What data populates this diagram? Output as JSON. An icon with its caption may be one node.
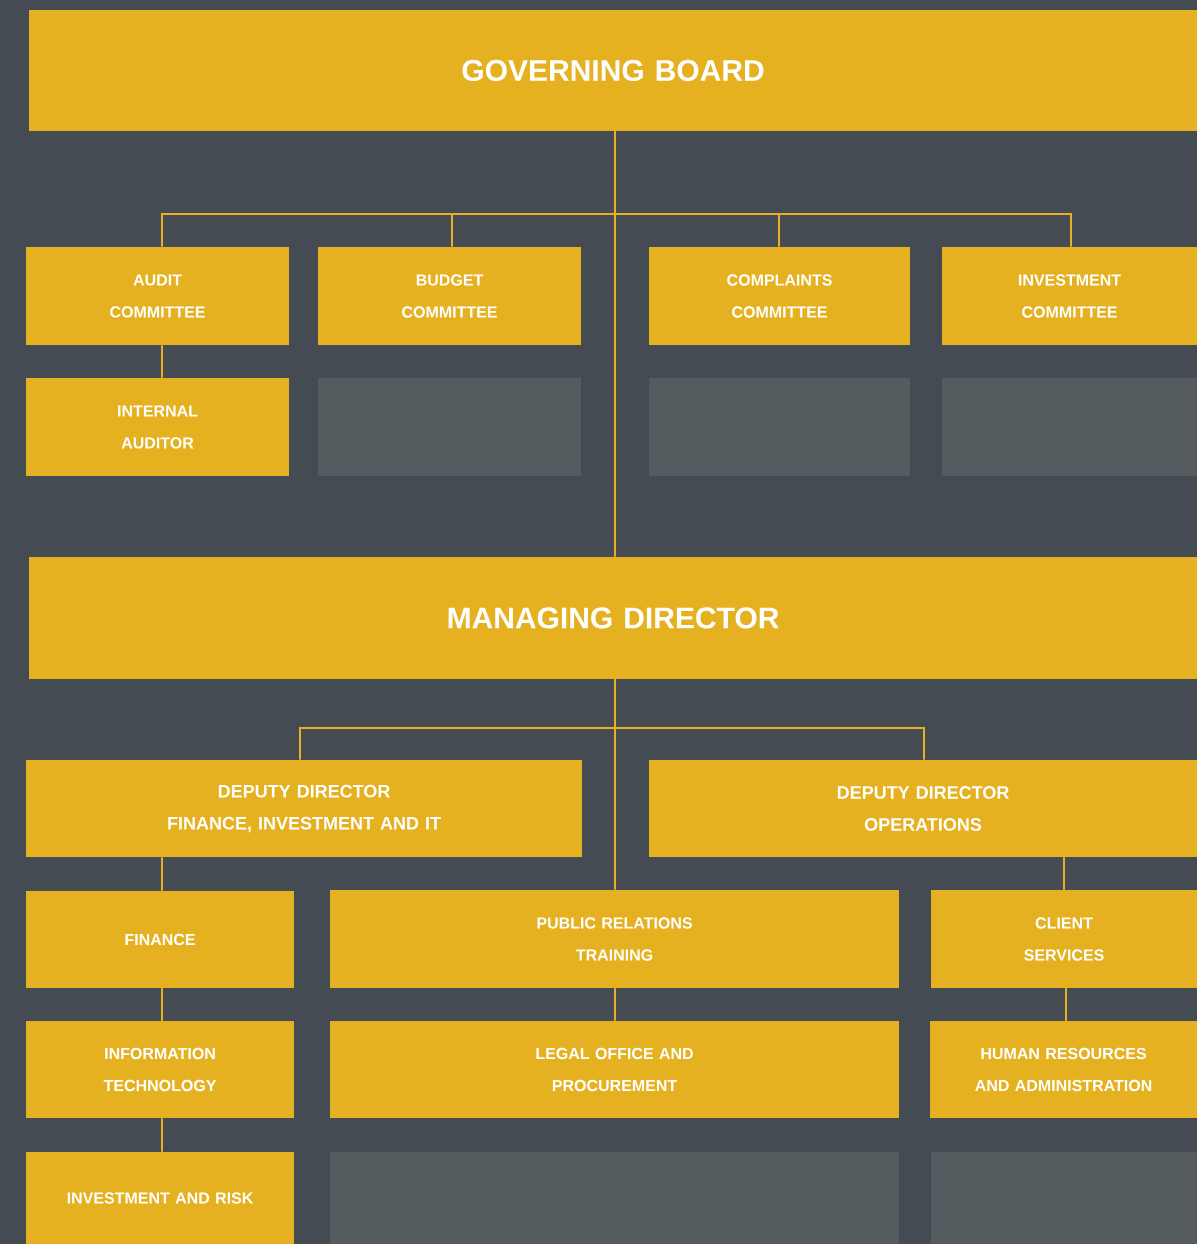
{
  "diagram": {
    "nodes": [
      {
        "text": [
          "GOVERNING BOARD"
        ]
      },
      {
        "text": [
          "AUDIT COMMITTEE"
        ]
      },
      {
        "text": [
          "BUDGET COMMITTEE"
        ]
      },
      {
        "text": [
          "COMPLAINTS COMMITTEE"
        ]
      },
      {
        "text": [
          "INVESTMENT COMMITTEE"
        ]
      },
      {
        "text": [
          "INTERNAL AUDITOR"
        ]
      },
      {
        "text": [],
        "shape": "box"
      },
      {
        "text": [],
        "shape": "box"
      },
      {
        "text": [],
        "shape": "box"
      },
      {
        "text": [
          "MANAGING DIRECTOR"
        ]
      },
      {
        "text": [
          "DEPUTY DIRECTOR",
          "FINANCE, INVESTMENT AND IT"
        ]
      },
      {
        "text": [
          "DEPUTY DIRECTOR",
          "OPERATIONS"
        ]
      },
      {
        "text": [
          "FINANCE"
        ]
      },
      {
        "text": [
          "PUBLIC RELATIONS",
          "TRAINING"
        ]
      },
      {
        "text": [
          "CLIENT SERVICES"
        ]
      },
      {
        "text": [
          "INFORMATION TECHNOLOGY"
        ]
      },
      {
        "text": [
          "LEGAL OFFICE AND PROCUREMENT"
        ]
      },
      {
        "text": [
          "HUMAN RESOURCES AND ADMINISTRATION"
        ]
      },
      {
        "text": [
          "INVESTMENT AND RISK"
        ]
      },
      {
        "text": [],
        "shape": "box"
      },
      {
        "text": [],
        "shape": "box"
      }
    ],
    "edges": [
      {
        "from": 0,
        "to": 1,
        "arrow": "none"
      },
      {
        "from": 0,
        "to": 2,
        "arrow": "none"
      },
      {
        "from": 0,
        "to": 3,
        "arrow": "none"
      },
      {
        "from": 0,
        "to": 4,
        "arrow": "none"
      },
      {
        "from": 0,
        "to": 9,
        "arrow": "none"
      },
      {
        "from": 1,
        "to": 5,
        "arrow": "none"
      },
      {
        "from": 9,
        "to": 10,
        "arrow": "none"
      },
      {
        "from": 9,
        "to": 11,
        "arrow": "none"
      },
      {
        "from": 9,
        "to": 13,
        "arrow": "none"
      },
      {
        "from": 10,
        "to": 12,
        "arrow": "none"
      },
      {
        "from": 11,
        "to": 14,
        "arrow": "none"
      },
      {
        "from": 12,
        "to": 15,
        "arrow": "none"
      },
      {
        "from": 13,
        "to": 16,
        "arrow": "none"
      },
      {
        "from": 14,
        "to": 17,
        "arrow": "none"
      },
      {
        "from": 15,
        "to": 18,
        "arrow": "none"
      }
    ]
  }
}
